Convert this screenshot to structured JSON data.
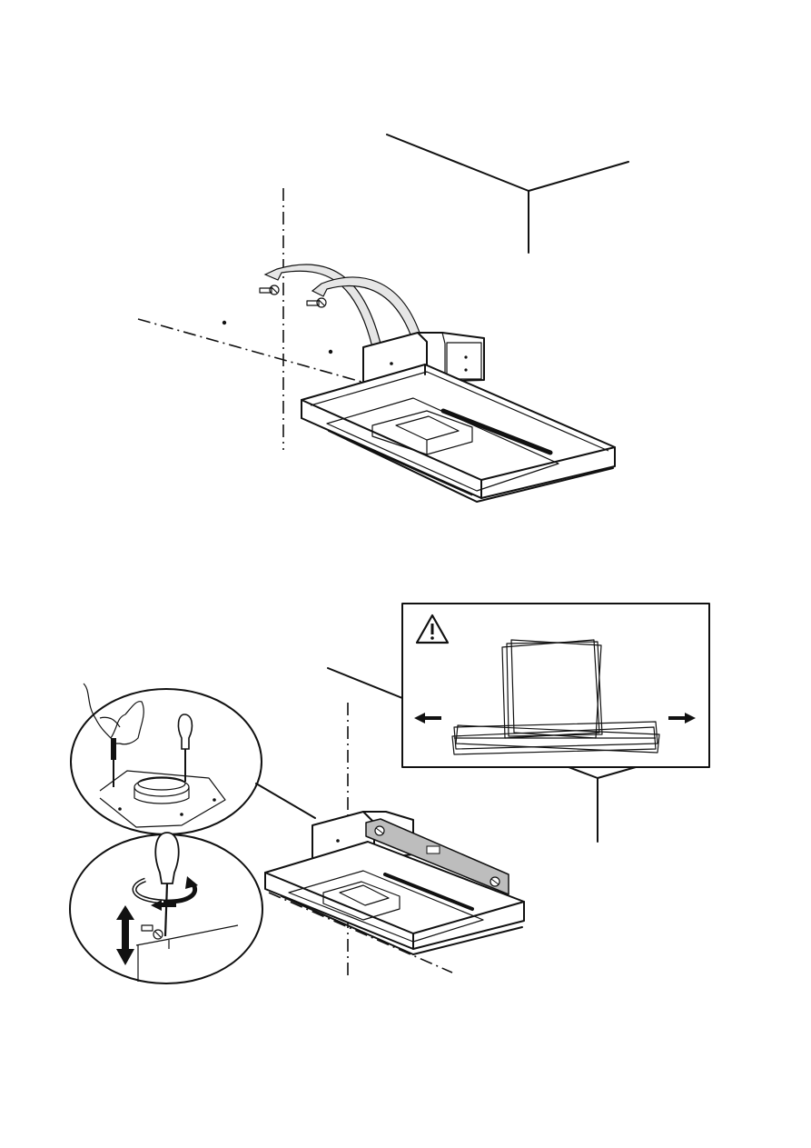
{
  "page": {
    "title": "",
    "figures": [
      {
        "id": "step-1",
        "icons": [
          "wall-corner",
          "screw-icon",
          "screw-icon",
          "curved-arrow-icon",
          "hood-unit",
          "centerline"
        ]
      },
      {
        "id": "step-2",
        "icons": [
          "warning-icon",
          "arrow-left-icon",
          "arrow-right-icon",
          "screwdriver-icon",
          "rotate-arrow-icon",
          "up-down-arrow-icon",
          "hood-unit",
          "spirit-level"
        ]
      }
    ],
    "colors": {
      "line": "#111111",
      "fill_grey": "#bdbdbd",
      "background": "#ffffff"
    }
  }
}
